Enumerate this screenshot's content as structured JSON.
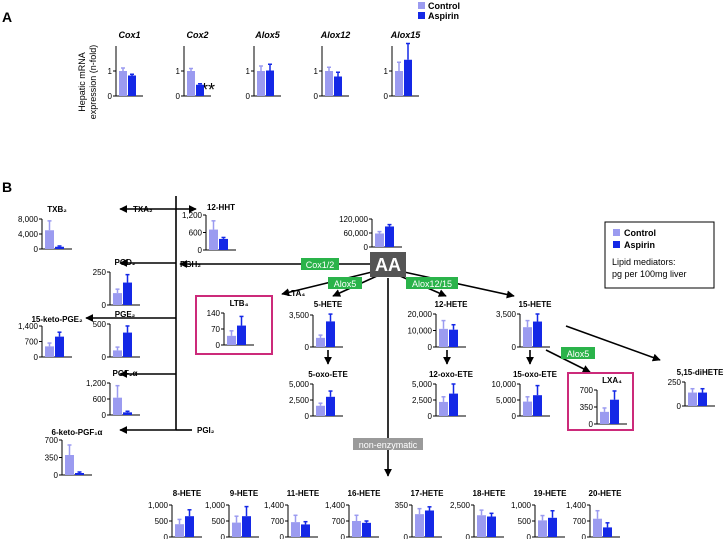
{
  "panel_a": {
    "letter": "A",
    "ylabel_line1": "Hepatic mRNA",
    "ylabel_line2": "expression (n-fold)",
    "significance": "**",
    "legend": {
      "control": "Control",
      "aspirin": "Aspirin"
    }
  },
  "panel_b": {
    "letter": "B",
    "aa_label": "AA",
    "enzyme_cox": "Cox1/2",
    "enzyme_alox5": "Alox5",
    "enzyme_alox1215": "Alox12/15",
    "enzyme_alox5_lower": "Alox5",
    "nonenzymatic": "non-enzymatic",
    "legend": {
      "control": "Control",
      "aspirin": "Aspirin",
      "note_line1": "Lipid mediators:",
      "note_line2": "pg per 100mg liver"
    },
    "path_labels": {
      "txa2": "TXA₂",
      "pgh2": "PGH₂",
      "lta4": "LTA₄",
      "pgi2": "PGI₂"
    }
  },
  "colors": {
    "control": "#9b9bf0",
    "aspirin": "#1428e6",
    "highlight": "#cc2a7a",
    "enzyme": "#2ab34a",
    "grey": "#9a9a9a",
    "aa_box": "#555555"
  },
  "chart_data": [
    {
      "type": "bar",
      "title": "Cox1",
      "categories": [
        "Control",
        "Aspirin"
      ],
      "values": [
        1.0,
        0.82
      ],
      "errors": [
        0.12,
        0.05
      ],
      "ylim": [
        0,
        2
      ],
      "yticks": [
        "0",
        "1"
      ]
    },
    {
      "type": "bar",
      "title": "Cox2",
      "categories": [
        "Control",
        "Aspirin"
      ],
      "values": [
        1.0,
        0.45
      ],
      "errors": [
        0.1,
        0.04
      ],
      "ylim": [
        0,
        2
      ],
      "yticks": [
        "0",
        "1"
      ]
    },
    {
      "type": "bar",
      "title": "Alox5",
      "categories": [
        "Control",
        "Aspirin"
      ],
      "values": [
        1.0,
        1.02
      ],
      "errors": [
        0.2,
        0.25
      ],
      "ylim": [
        0,
        2
      ],
      "yticks": [
        "0",
        "1"
      ]
    },
    {
      "type": "bar",
      "title": "Alox12",
      "categories": [
        "Control",
        "Aspirin"
      ],
      "values": [
        1.0,
        0.78
      ],
      "errors": [
        0.15,
        0.17
      ],
      "ylim": [
        0,
        2
      ],
      "yticks": [
        "0",
        "1"
      ]
    },
    {
      "type": "bar",
      "title": "Alox15",
      "categories": [
        "Control",
        "Aspirin"
      ],
      "values": [
        1.0,
        1.45
      ],
      "errors": [
        0.35,
        0.8
      ],
      "ylim": [
        0,
        2
      ],
      "yticks": [
        "0",
        "1"
      ]
    },
    {
      "type": "bar",
      "title": "AA",
      "categories": [
        "Control",
        "Aspirin"
      ],
      "values": [
        58000,
        88000
      ],
      "errors": [
        8000,
        8000
      ],
      "ylim": [
        0,
        120000
      ],
      "yticks": [
        "120,000",
        "60,000",
        "0"
      ]
    },
    {
      "type": "bar",
      "title": "TXB₂",
      "categories": [
        "Control",
        "Aspirin"
      ],
      "values": [
        5000,
        600
      ],
      "errors": [
        2500,
        200
      ],
      "ylim": [
        0,
        8000
      ],
      "yticks": [
        "8,000",
        "4,000",
        "0"
      ]
    },
    {
      "type": "bar",
      "title": "12-HHT",
      "categories": [
        "Control",
        "Aspirin"
      ],
      "values": [
        700,
        380
      ],
      "errors": [
        300,
        50
      ],
      "ylim": [
        0,
        1200
      ],
      "yticks": [
        "1,200",
        "600",
        "0"
      ]
    },
    {
      "type": "bar",
      "title": "PGD₂",
      "categories": [
        "Control",
        "Aspirin"
      ],
      "values": [
        90,
        170
      ],
      "errors": [
        30,
        60
      ],
      "ylim": [
        0,
        250
      ],
      "yticks": [
        "250",
        "0"
      ]
    },
    {
      "type": "bar",
      "title": "PGE₂",
      "categories": [
        "Control",
        "Aspirin"
      ],
      "values": [
        100,
        370
      ],
      "errors": [
        50,
        100
      ],
      "ylim": [
        0,
        500
      ],
      "yticks": [
        "500",
        "0"
      ]
    },
    {
      "type": "bar",
      "title": "15-keto-PGE₂",
      "categories": [
        "Control",
        "Aspirin"
      ],
      "values": [
        480,
        920
      ],
      "errors": [
        150,
        200
      ],
      "ylim": [
        0,
        1400
      ],
      "yticks": [
        "1,400",
        "700",
        "0"
      ]
    },
    {
      "type": "bar",
      "title": "PGF₂α",
      "categories": [
        "Control",
        "Aspirin"
      ],
      "values": [
        650,
        100
      ],
      "errors": [
        450,
        40
      ],
      "ylim": [
        0,
        1200
      ],
      "yticks": [
        "1,200",
        "600",
        "0"
      ]
    },
    {
      "type": "bar",
      "title": "6-keto-PGF₁α",
      "categories": [
        "Control",
        "Aspirin"
      ],
      "values": [
        400,
        40
      ],
      "errors": [
        200,
        20
      ],
      "ylim": [
        0,
        700
      ],
      "yticks": [
        "700",
        "350",
        "0"
      ]
    },
    {
      "type": "bar",
      "title": "LTB₄",
      "categories": [
        "Control",
        "Aspirin"
      ],
      "values": [
        40,
        85
      ],
      "errors": [
        22,
        40
      ],
      "ylim": [
        0,
        140
      ],
      "yticks": [
        "140",
        "70",
        "0"
      ]
    },
    {
      "type": "bar",
      "title": "5-HETE",
      "categories": [
        "Control",
        "Aspirin"
      ],
      "values": [
        1000,
        2800
      ],
      "errors": [
        300,
        800
      ],
      "ylim": [
        0,
        3500
      ],
      "yticks": [
        "3,500",
        "0"
      ]
    },
    {
      "type": "bar",
      "title": "5-oxo-ETE",
      "categories": [
        "Control",
        "Aspirin"
      ],
      "values": [
        1600,
        3000
      ],
      "errors": [
        400,
        900
      ],
      "ylim": [
        0,
        5000
      ],
      "yticks": [
        "5,000",
        "2,500",
        "0"
      ]
    },
    {
      "type": "bar",
      "title": "12-HETE",
      "categories": [
        "Control",
        "Aspirin"
      ],
      "values": [
        11000,
        10500
      ],
      "errors": [
        5000,
        3000
      ],
      "ylim": [
        0,
        20000
      ],
      "yticks": [
        "20,000",
        "10,000",
        "0"
      ]
    },
    {
      "type": "bar",
      "title": "12-oxo-ETE",
      "categories": [
        "Control",
        "Aspirin"
      ],
      "values": [
        2200,
        3500
      ],
      "errors": [
        800,
        1500
      ],
      "ylim": [
        0,
        5000
      ],
      "yticks": [
        "5,000",
        "2,500",
        "0"
      ]
    },
    {
      "type": "bar",
      "title": "15-HETE",
      "categories": [
        "Control",
        "Aspirin"
      ],
      "values": [
        2100,
        2700
      ],
      "errors": [
        700,
        800
      ],
      "ylim": [
        0,
        3500
      ],
      "yticks": [
        "3,500",
        "0"
      ]
    },
    {
      "type": "bar",
      "title": "15-oxo-ETE",
      "categories": [
        "Control",
        "Aspirin"
      ],
      "values": [
        4500,
        6500
      ],
      "errors": [
        1500,
        3000
      ],
      "ylim": [
        0,
        10000
      ],
      "yticks": [
        "10,000",
        "5,000",
        "0"
      ]
    },
    {
      "type": "bar",
      "title": "LXA₄",
      "categories": [
        "Control",
        "Aspirin"
      ],
      "values": [
        250,
        500
      ],
      "errors": [
        80,
        180
      ],
      "ylim": [
        0,
        700
      ],
      "yticks": [
        "700",
        "350",
        "0"
      ]
    },
    {
      "type": "bar",
      "title": "5,15-diHETE",
      "categories": [
        "Control",
        "Aspirin"
      ],
      "values": [
        140,
        140
      ],
      "errors": [
        40,
        40
      ],
      "ylim": [
        0,
        250
      ],
      "yticks": [
        "250",
        "0"
      ]
    },
    {
      "type": "bar",
      "title": "8-HETE",
      "categories": [
        "Control",
        "Aspirin"
      ],
      "values": [
        400,
        650
      ],
      "errors": [
        150,
        200
      ],
      "ylim": [
        0,
        1000
      ],
      "yticks": [
        "1,000",
        "500",
        "0"
      ]
    },
    {
      "type": "bar",
      "title": "9-HETE",
      "categories": [
        "Control",
        "Aspirin"
      ],
      "values": [
        450,
        650
      ],
      "errors": [
        200,
        300
      ],
      "ylim": [
        0,
        1000
      ],
      "yticks": [
        "1,000",
        "500",
        "0"
      ]
    },
    {
      "type": "bar",
      "title": "11-HETE",
      "categories": [
        "Control",
        "Aspirin"
      ],
      "values": [
        650,
        550
      ],
      "errors": [
        300,
        120
      ],
      "ylim": [
        0,
        1400
      ],
      "yticks": [
        "1,400",
        "700",
        "0"
      ]
    },
    {
      "type": "bar",
      "title": "16-HETE",
      "categories": [
        "Control",
        "Aspirin"
      ],
      "values": [
        700,
        620
      ],
      "errors": [
        250,
        80
      ],
      "ylim": [
        0,
        1400
      ],
      "yticks": [
        "1,400",
        "700",
        "0"
      ]
    },
    {
      "type": "bar",
      "title": "17-HETE",
      "categories": [
        "Control",
        "Aspirin"
      ],
      "values": [
        250,
        290
      ],
      "errors": [
        60,
        40
      ],
      "ylim": [
        0,
        350
      ],
      "yticks": [
        "350",
        "0"
      ]
    },
    {
      "type": "bar",
      "title": "18-HETE",
      "categories": [
        "Control",
        "Aspirin"
      ],
      "values": [
        1700,
        1600
      ],
      "errors": [
        400,
        250
      ],
      "ylim": [
        0,
        2500
      ],
      "yticks": [
        "2,500",
        "0"
      ]
    },
    {
      "type": "bar",
      "title": "19-HETE",
      "categories": [
        "Control",
        "Aspirin"
      ],
      "values": [
        520,
        600
      ],
      "errors": [
        150,
        220
      ],
      "ylim": [
        0,
        1000
      ],
      "yticks": [
        "1,000",
        "500",
        "0"
      ]
    },
    {
      "type": "bar",
      "title": "20-HETE",
      "categories": [
        "Control",
        "Aspirin"
      ],
      "values": [
        800,
        420
      ],
      "errors": [
        350,
        200
      ],
      "ylim": [
        0,
        1400
      ],
      "yticks": [
        "1,400",
        "700",
        "0"
      ]
    }
  ]
}
